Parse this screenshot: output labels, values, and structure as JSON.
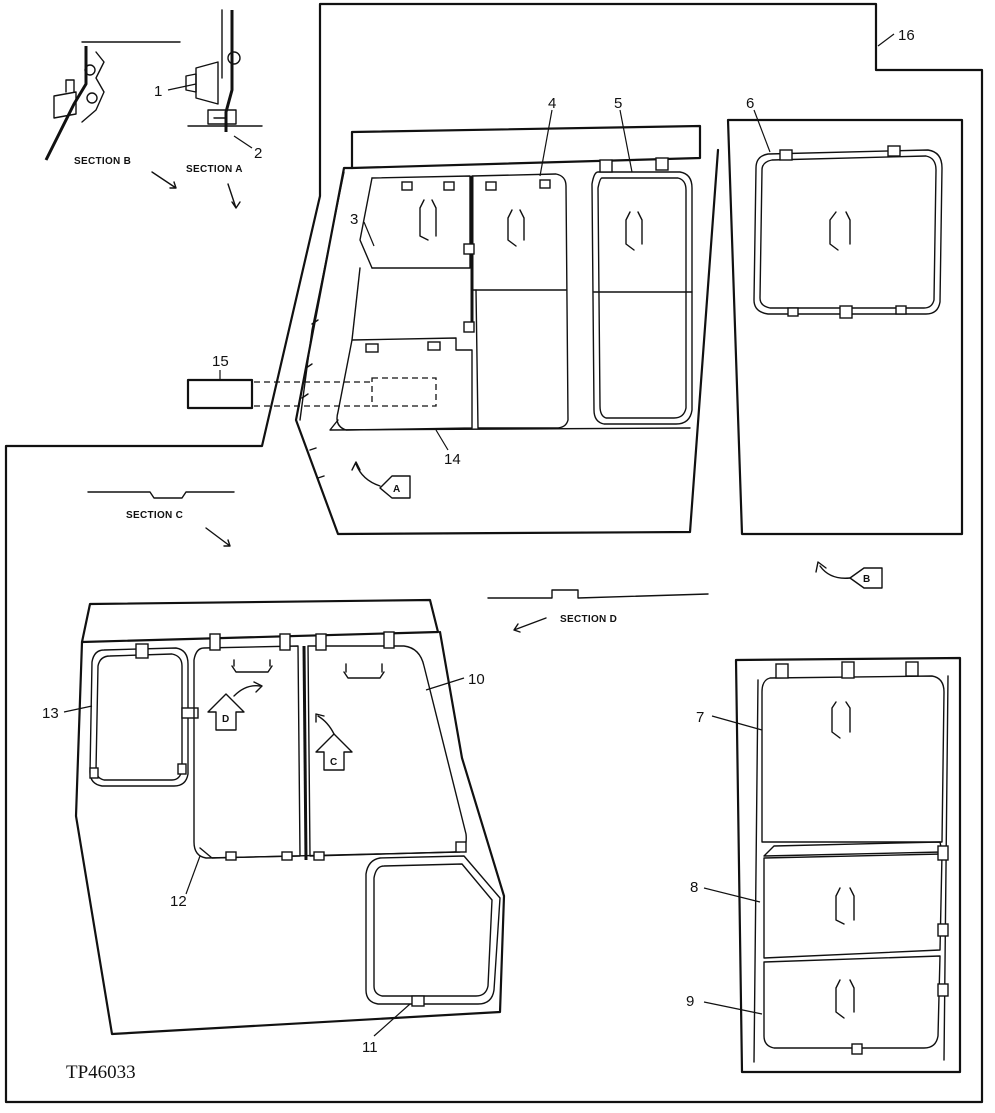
{
  "figure_id": "TP46033",
  "callouts": [
    "1",
    "2",
    "3",
    "4",
    "5",
    "6",
    "7",
    "8",
    "9",
    "10",
    "11",
    "12",
    "13",
    "14",
    "15",
    "16"
  ],
  "sections": {
    "a": "SECTION A",
    "b": "SECTION B",
    "c": "SECTION C",
    "d": "SECTION D"
  },
  "view_markers": {
    "a": "A",
    "b": "B",
    "c": "C",
    "d": "D"
  }
}
